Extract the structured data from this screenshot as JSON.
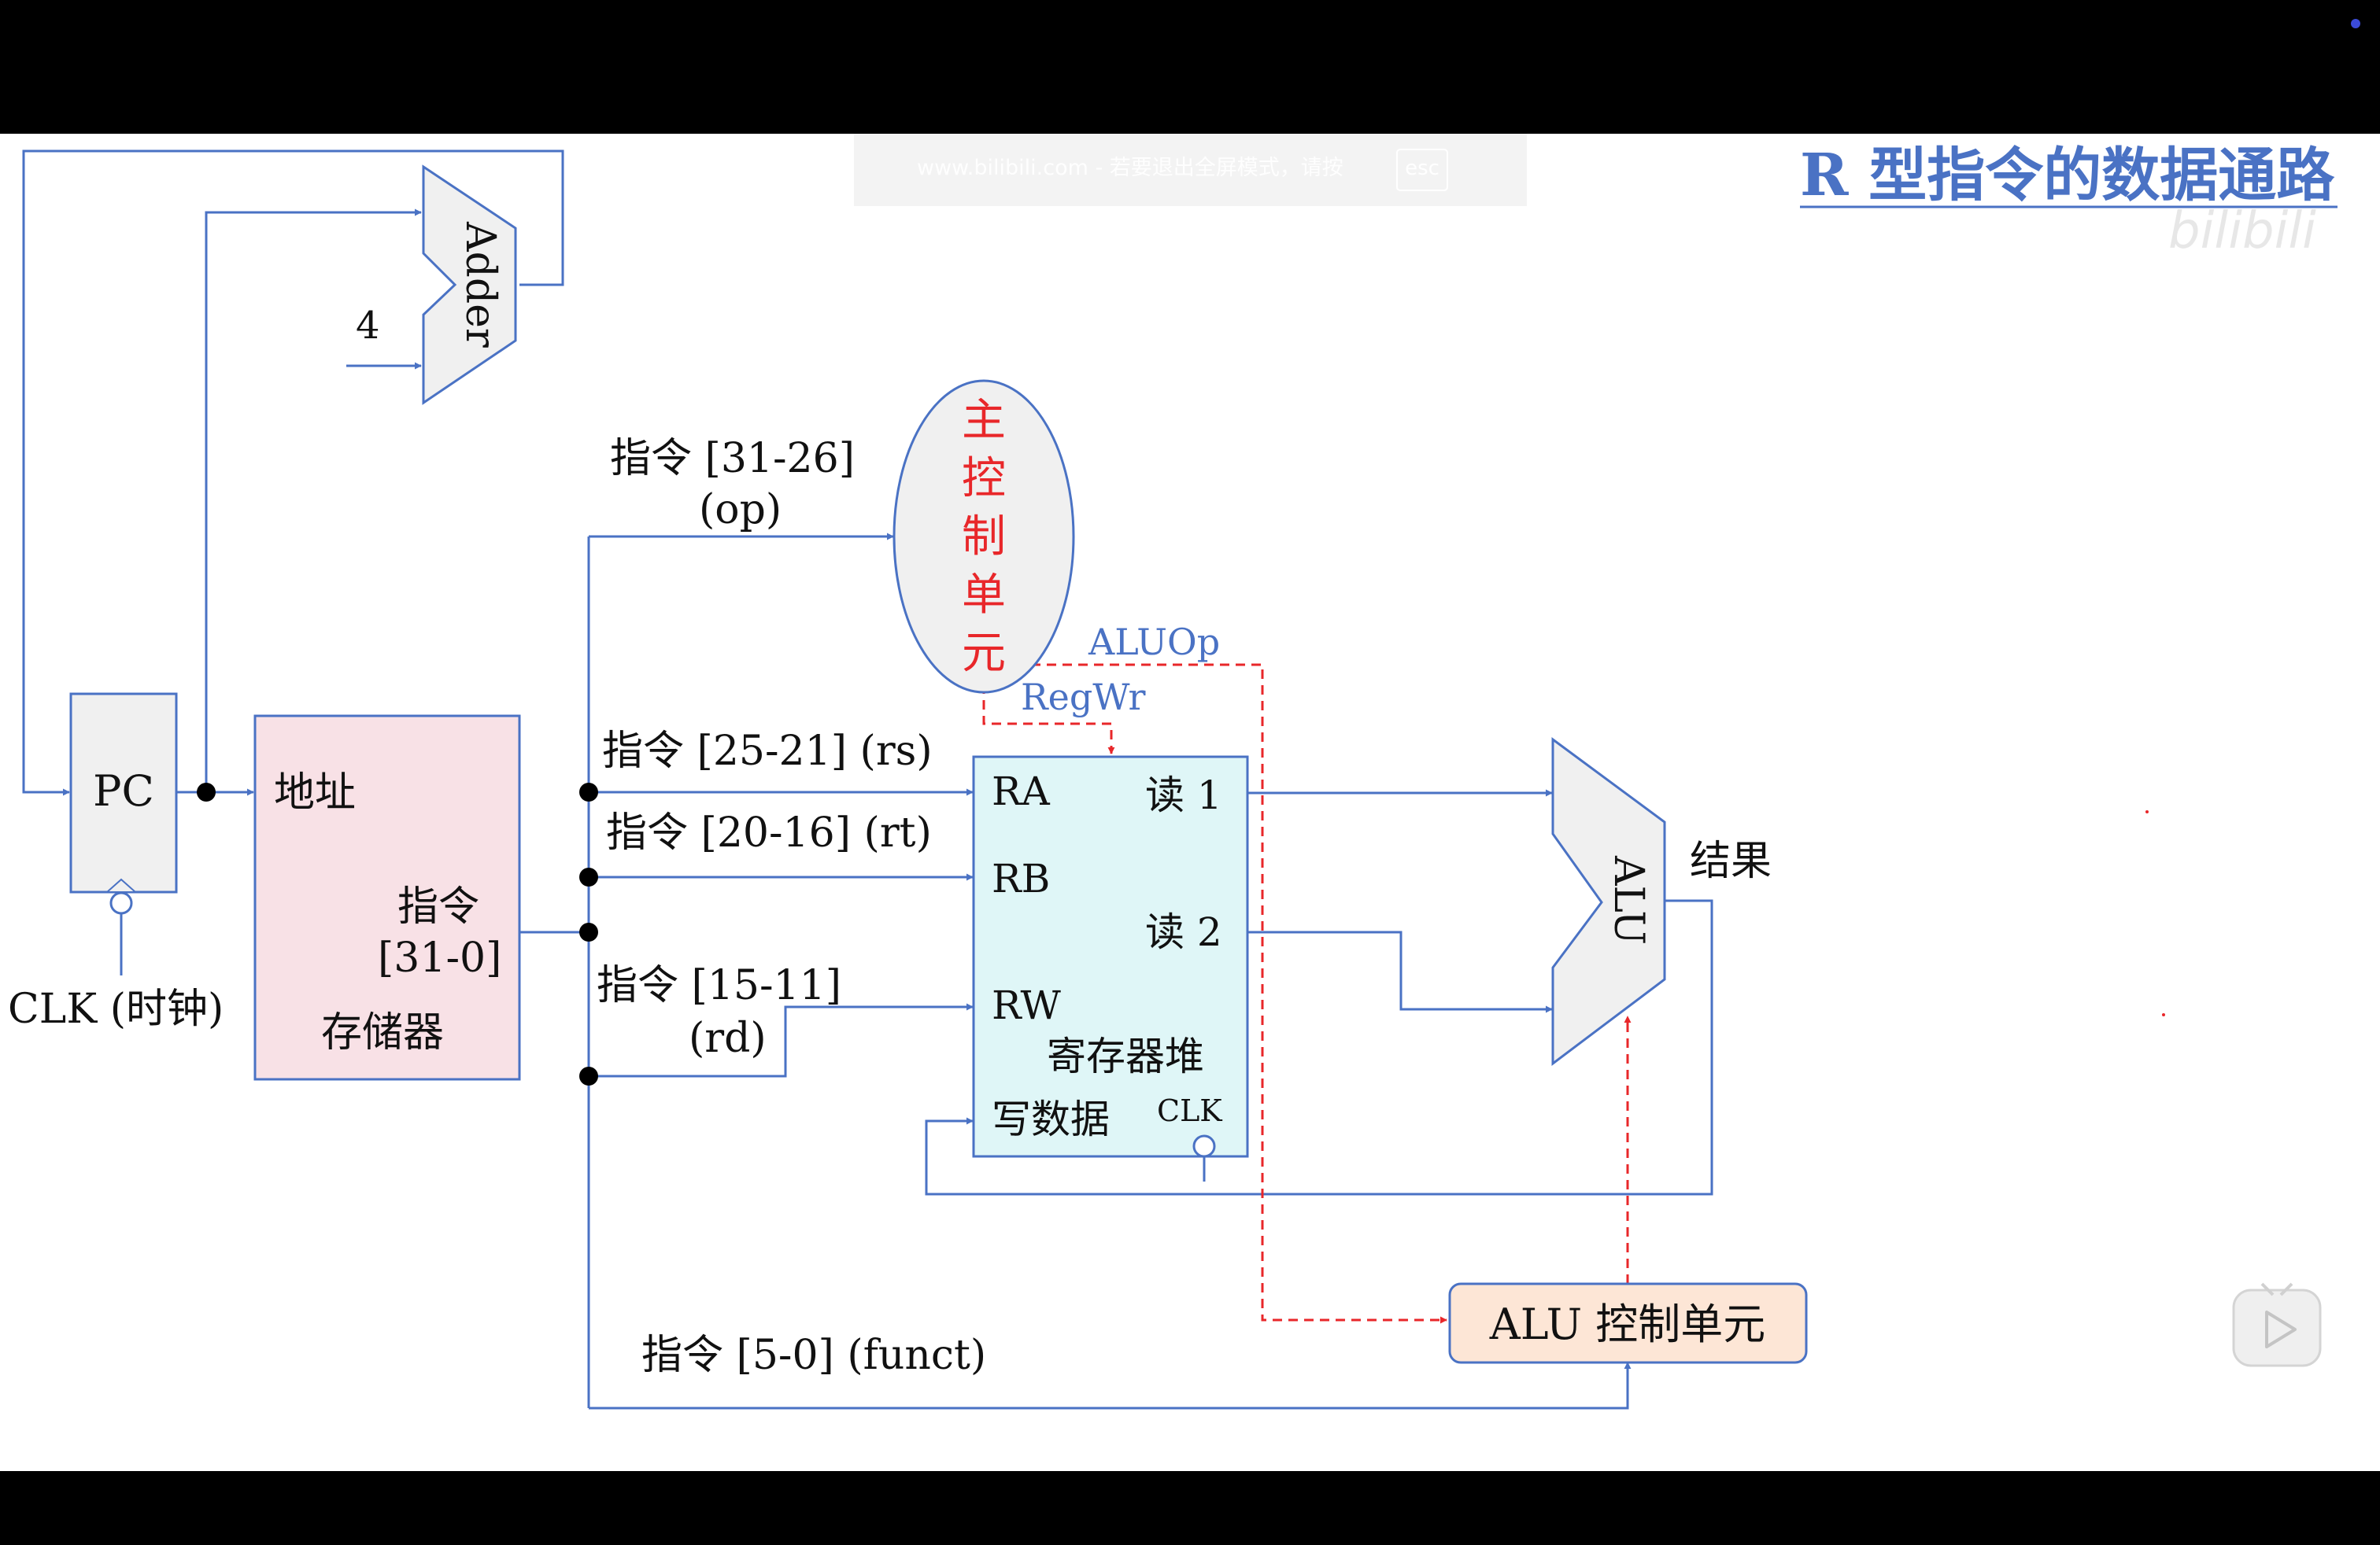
{
  "slide": {
    "title": "R 型指令的数据通路",
    "colors": {
      "wire": "#4a72c4",
      "control": "#e8272a",
      "memory_fill": "#f8e1e6",
      "regfile_fill": "#dff6f7",
      "alu_ctrl_fill": "#fde6d6"
    }
  },
  "fullscreen_notice": {
    "text": "www.bilibili.com - 若要退出全屏模式，请按",
    "key": "esc"
  },
  "watermark": {
    "text": "bilibili"
  },
  "components": {
    "adder": {
      "label": "Adder",
      "constant": "4"
    },
    "pc": {
      "label": "PC",
      "clock": "CLK (时钟)"
    },
    "memory": {
      "address": "地址",
      "out_label": "指令",
      "out_range": "[31-0]",
      "name": "存储器"
    },
    "main_control": {
      "chars": [
        "主",
        "控",
        "制",
        "单",
        "元"
      ]
    },
    "register_file": {
      "ra": "RA",
      "rb": "RB",
      "rw": "RW",
      "read1": "读 1",
      "read2": "读 2",
      "name": "寄存器堆",
      "write_data": "写数据",
      "clk": "CLK"
    },
    "alu": {
      "label": "ALU",
      "result": "结果"
    },
    "alu_control": {
      "label": "ALU 控制单元"
    }
  },
  "signals": {
    "op_line1": "指令 [31-26]",
    "op_line2": "(op)",
    "rs": "指令 [25-21] (rs)",
    "rt": "指令 [20-16] (rt)",
    "rd_line1": "指令 [15-11]",
    "rd_line2": "(rd)",
    "funct": "指令 [5-0] (funct)",
    "aluop": "ALUOp",
    "regwr": "RegWr"
  },
  "icons": {
    "player": "play-button-icon"
  }
}
